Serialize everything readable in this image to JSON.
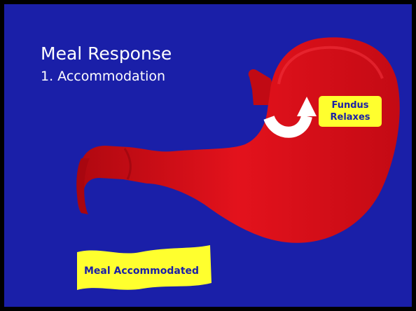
{
  "slide": {
    "title": "Meal Response",
    "subtitle": "1. Accommodation"
  },
  "labels": {
    "fundus_line1": "Fundus",
    "fundus_line2": "Relaxes",
    "banner": "Meal Accommodated"
  },
  "colors": {
    "background": "#1a1fa8",
    "stomach": "#e0101a",
    "label_fill": "#ffff2e",
    "label_text": "#1a1fa8",
    "arrow": "#ffffff"
  },
  "icons": {
    "arrow": "curved-arrow-icon"
  }
}
